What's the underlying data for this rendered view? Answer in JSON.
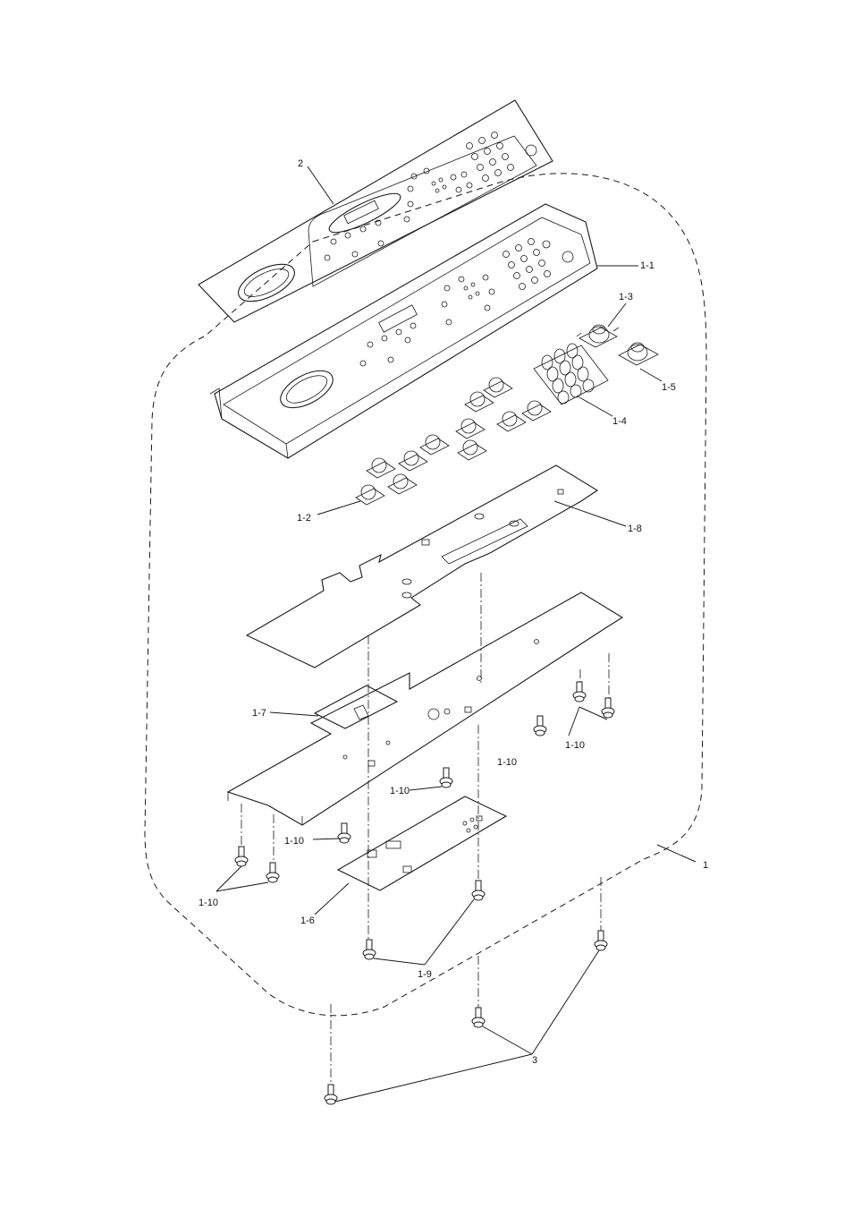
{
  "callouts": {
    "c2": "2",
    "c1_1": "1-1",
    "c1_3": "1-3",
    "c1_5": "1-5",
    "c1_4": "1-4",
    "c1_2": "1-2",
    "c1_8": "1-8",
    "c1_7": "1-7",
    "c1_10a": "1-10",
    "c1_10b": "1-10",
    "c1_10c": "1-10",
    "c1_10d": "1-10",
    "c1_10e": "1-10",
    "c1": "1",
    "c1_6": "1-6",
    "c1_9": "1-9",
    "c3": "3"
  }
}
